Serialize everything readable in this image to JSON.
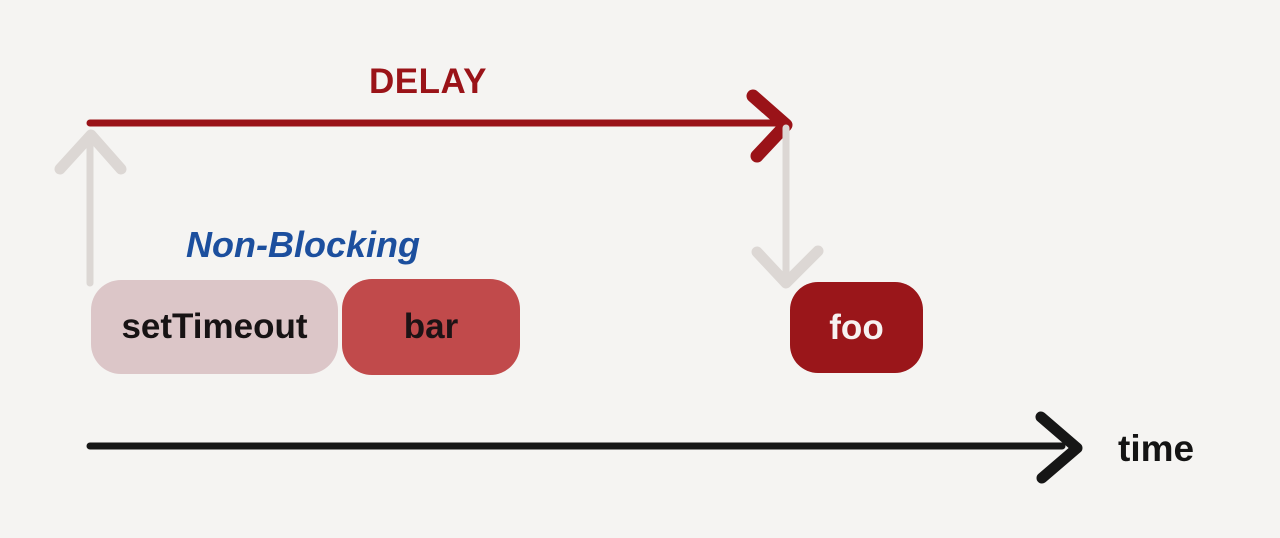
{
  "diagram": {
    "delay_label": "DELAY",
    "non_blocking_label": "Non-Blocking",
    "time_axis_label": "time",
    "boxes": [
      {
        "label": "setTimeout"
      },
      {
        "label": "bar"
      },
      {
        "label": "foo"
      }
    ]
  },
  "colors": {
    "background": "#f5f4f2",
    "delay_red": "#9a1318",
    "bar_red": "#c14a4b",
    "foo_dark_red": "#9a161a",
    "settimeout_pink": "#dcc6c8",
    "connector_gray": "#dcd7d4",
    "non_blocking_blue": "#1c4f9e",
    "axis_black": "#161616"
  }
}
